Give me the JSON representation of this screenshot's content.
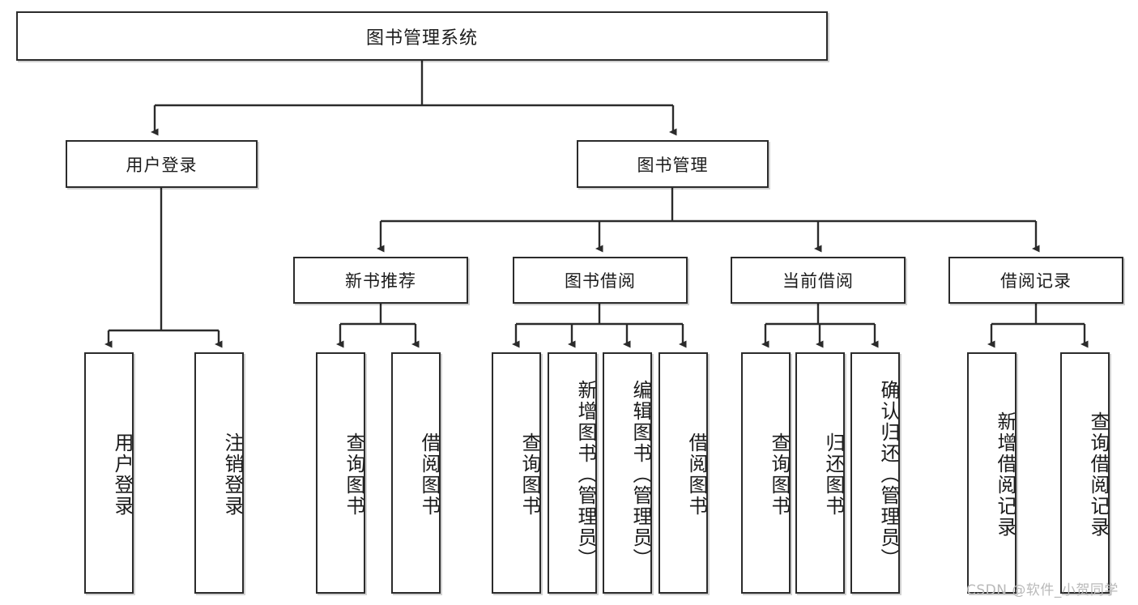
{
  "diagram": {
    "type": "tree",
    "title": "图书管理系统",
    "watermark": "CSDN @软件_小贺同学",
    "colors": {
      "stroke": "#2b2b2b",
      "fill": "#ffffff",
      "text": "#1b1b1b",
      "watermark": "#b9b9b9"
    },
    "nodes": {
      "root": {
        "label": "图书管理系统",
        "orientation": "horizontal"
      },
      "level2": [
        {
          "label": "用户登录",
          "orientation": "horizontal"
        },
        {
          "label": "图书管理",
          "orientation": "horizontal"
        }
      ],
      "level3": [
        {
          "label": "新书推荐",
          "orientation": "horizontal"
        },
        {
          "label": "图书借阅",
          "orientation": "horizontal"
        },
        {
          "label": "当前借阅",
          "orientation": "horizontal"
        },
        {
          "label": "借阅记录",
          "orientation": "horizontal"
        }
      ],
      "leaves": {
        "user_login": [
          {
            "label": "用户登录",
            "orientation": "vertical"
          },
          {
            "label": "注销登录",
            "orientation": "vertical"
          }
        ],
        "new_book_recommend": [
          {
            "label": "查询图书",
            "orientation": "vertical"
          },
          {
            "label": "借阅图书",
            "orientation": "vertical"
          }
        ],
        "book_borrow": [
          {
            "label": "查询图书",
            "orientation": "vertical"
          },
          {
            "label": "新增图书（管理员）",
            "orientation": "vertical"
          },
          {
            "label": "编辑图书（管理员）",
            "orientation": "vertical"
          },
          {
            "label": "借阅图书",
            "orientation": "vertical"
          }
        ],
        "current_borrow": [
          {
            "label": "查询图书",
            "orientation": "vertical"
          },
          {
            "label": "归还图书",
            "orientation": "vertical"
          },
          {
            "label": "确认归还（管理员）",
            "orientation": "vertical"
          }
        ],
        "borrow_records": [
          {
            "label": "新增借阅记录",
            "orientation": "vertical"
          },
          {
            "label": "查询借阅记录",
            "orientation": "vertical"
          }
        ]
      }
    }
  }
}
